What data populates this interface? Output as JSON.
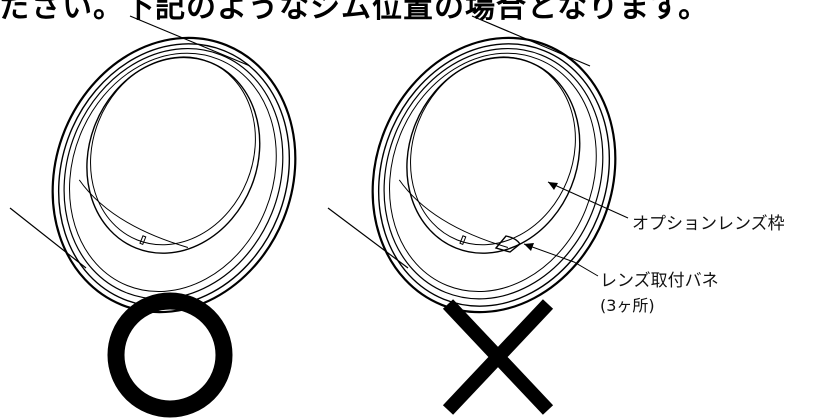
{
  "header": {
    "text": "ださい。下記のようなシム位置の場合となります。"
  },
  "labels": {
    "frame": "オプションレンズ枠",
    "spring": "レンズ取付バネ",
    "count": "(3ヶ所)"
  },
  "marks": {
    "correct": "○",
    "incorrect": "×"
  },
  "colors": {
    "line": "#000000",
    "background": "#ffffff"
  }
}
